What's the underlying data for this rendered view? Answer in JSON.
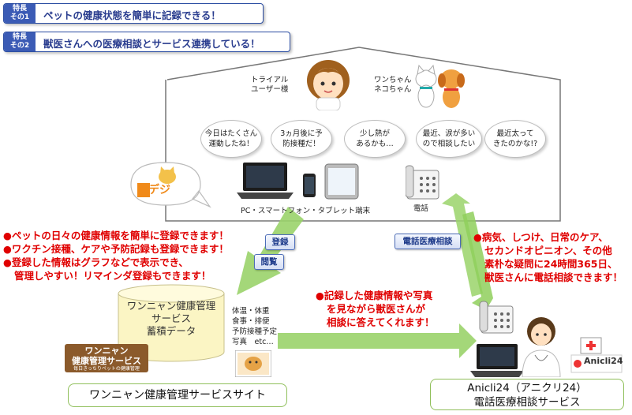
{
  "features": [
    {
      "tag_line1": "特長",
      "tag_line2": "その1",
      "text": "ペットの健康状態を簡単に記録できる！"
    },
    {
      "tag_line1": "特長",
      "tag_line2": "その2",
      "text": "獣医さんへの医療相談とサービス連携している！"
    }
  ],
  "house": {
    "user_label_line1": "トライアル",
    "user_label_line2": "ユーザー様",
    "pet_label_line1": "ワンちゃん",
    "pet_label_line2": "ネコちゃん",
    "bubbles": [
      {
        "line1": "今日はたくさん",
        "line2": "運動したね！"
      },
      {
        "line1": "3ヵ月後に予",
        "line2": "防接種だ！"
      },
      {
        "line1": "少し熱が",
        "line2": "あるかも…"
      },
      {
        "line1": "最近、涙が多い",
        "line2": "ので相談したい"
      },
      {
        "line1": "最近太って",
        "line2": "きたのかな!?"
      }
    ],
    "devices_label": "PC・スマートフォン・タブレット端末",
    "phone_label": "電話",
    "logo_text": "家デジ"
  },
  "left_notes": [
    "ペットの日々の健康情報を簡単に登録できます！",
    "ワクチン接種、ケアや予防記録も登録できます！",
    "登録した情報はグラフなどで表示でき、",
    "管理しやすい！リマインダ登録もできます！"
  ],
  "labels": {
    "register": "登録",
    "browse": "閲覧",
    "phone_consult": "電話医療相談"
  },
  "right_notes": [
    "病気、しつけ、日常のケア、",
    "セカンドオピニオン、その他",
    "素朴な疑問に24時間365日、",
    "獣医さんに電話相談できます！"
  ],
  "center_notes": [
    "記録した健康情報や写真",
    "を見ながら獣医さんが",
    "相談に答えてくれます！"
  ],
  "database": {
    "line1": "ワンニャン健康管理",
    "line2": "サービス",
    "line3": "蓄積データ"
  },
  "data_items": [
    "体温・体重",
    "食事・排便",
    "予防接種予定",
    "写真　etc…"
  ],
  "wan_nyan_logo": {
    "line1": "ワンニャン",
    "line2": "健康管理サービス",
    "sub": "毎日きっちりペットの健康管理"
  },
  "site_label": "ワンニャン健康管理サービスサイト",
  "anicli": {
    "line1": "Anicli24（アニクリ24）",
    "line2": "電話医療相談サービス",
    "logo": "Anicli24"
  },
  "colors": {
    "accent_blue": "#2d4fa3",
    "note_red": "#e00000",
    "arrow_green": "#8fcf5c"
  }
}
